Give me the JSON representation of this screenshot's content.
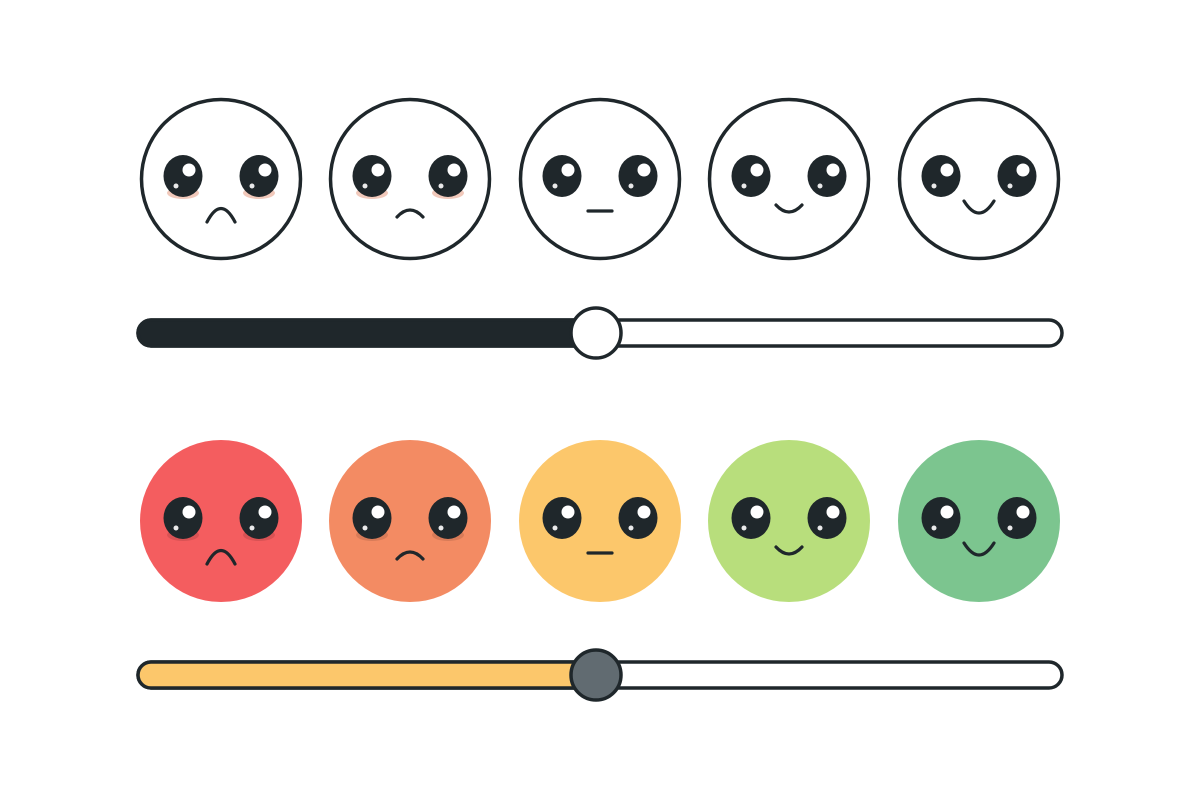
{
  "colors": {
    "ink": "#1f272b",
    "background": "#ffffff",
    "outline_face_fill": "#ffffff",
    "cheek_shadow": "#efc3b4"
  },
  "rows": [
    {
      "style": "outline",
      "faces": [
        {
          "mood": "sad",
          "icon": "sad-face-icon"
        },
        {
          "mood": "slightly-sad",
          "icon": "slightly-sad-face-icon"
        },
        {
          "mood": "neutral",
          "icon": "neutral-face-icon"
        },
        {
          "mood": "slightly-happy",
          "icon": "slightly-happy-face-icon"
        },
        {
          "mood": "happy",
          "icon": "happy-face-icon"
        }
      ],
      "slider": {
        "value_fraction": 0.5,
        "fill_color": "#1f272b",
        "thumb_color": "#ffffff",
        "track_color": "#ffffff"
      }
    },
    {
      "style": "colored",
      "faces": [
        {
          "mood": "sad",
          "icon": "sad-face-icon",
          "color": "#f45d5f"
        },
        {
          "mood": "slightly-sad",
          "icon": "slightly-sad-face-icon",
          "color": "#f38b63"
        },
        {
          "mood": "neutral",
          "icon": "neutral-face-icon",
          "color": "#fcc76b"
        },
        {
          "mood": "slightly-happy",
          "icon": "slightly-happy-face-icon",
          "color": "#b8de7c"
        },
        {
          "mood": "happy",
          "icon": "happy-face-icon",
          "color": "#7cc58f"
        }
      ],
      "slider": {
        "value_fraction": 0.5,
        "fill_color": "#fcc76b",
        "thumb_color": "#616b71",
        "track_color": "#ffffff"
      }
    }
  ]
}
